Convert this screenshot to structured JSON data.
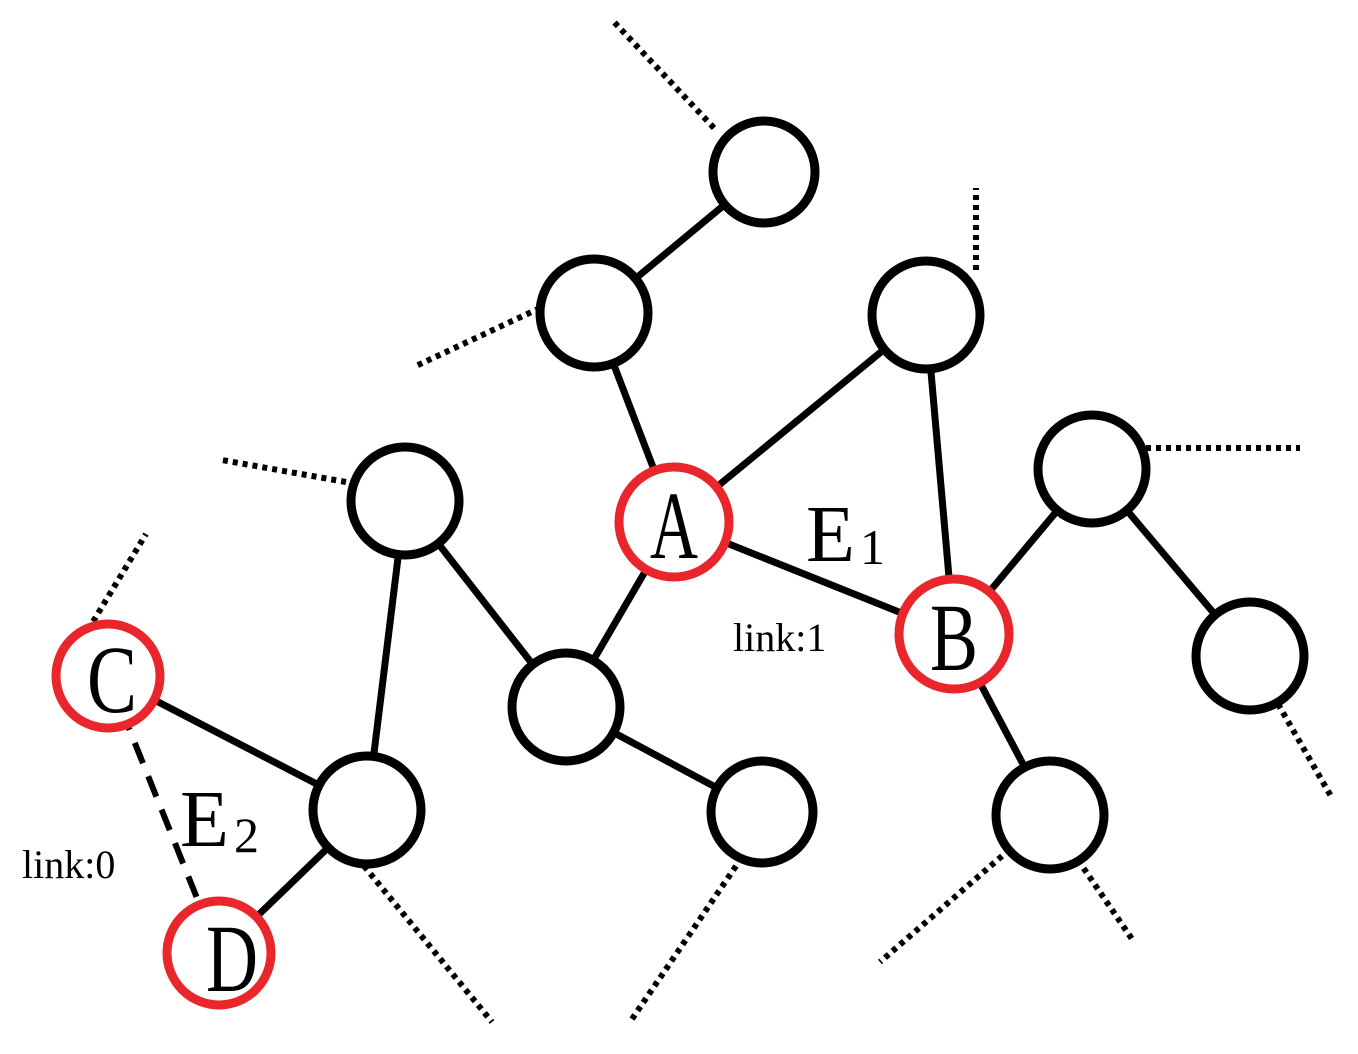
{
  "colors": {
    "line": "#000000",
    "node_stroke": "#000000",
    "highlight_stroke": "#e8262b",
    "background": "#ffffff"
  },
  "nodes": {
    "A": {
      "label": "A",
      "highlighted": true
    },
    "B": {
      "label": "B",
      "highlighted": true
    },
    "C": {
      "label": "C",
      "highlighted": true
    },
    "D": {
      "label": "D",
      "highlighted": true
    }
  },
  "edge_labels": {
    "E1": {
      "name": "E",
      "subscript": "1",
      "link": "link:1"
    },
    "E2": {
      "name": "E",
      "subscript": "2",
      "link": "link:0"
    }
  }
}
